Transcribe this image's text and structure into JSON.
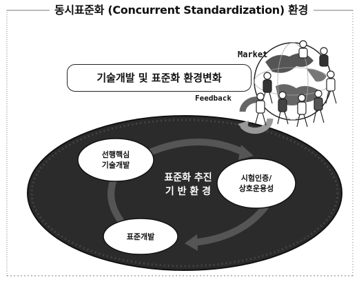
{
  "title": "동시표준화 (Concurrent Standardization) 환경",
  "banner": "기술개발 및 표준화 환경변화",
  "market_label": "Market",
  "feedback_label": "Feedback",
  "center": {
    "line1": "표준화 추진",
    "line2": "기 반 환 경"
  },
  "nodes": {
    "leading_tech": {
      "line1": "선행핵심",
      "line2": "기술개발"
    },
    "testing": {
      "line1": "시험인증/",
      "line2": "상호운용성"
    },
    "std_dev": {
      "line1": "표준개발"
    }
  },
  "icons": {
    "globe": "globe-icon",
    "people": "people-circle-icon",
    "cycle": "feedback-cycle-arrow-icon"
  },
  "colors": {
    "ellipse": "#2b2b2b",
    "node": "#ffffff",
    "line": "#222222"
  }
}
